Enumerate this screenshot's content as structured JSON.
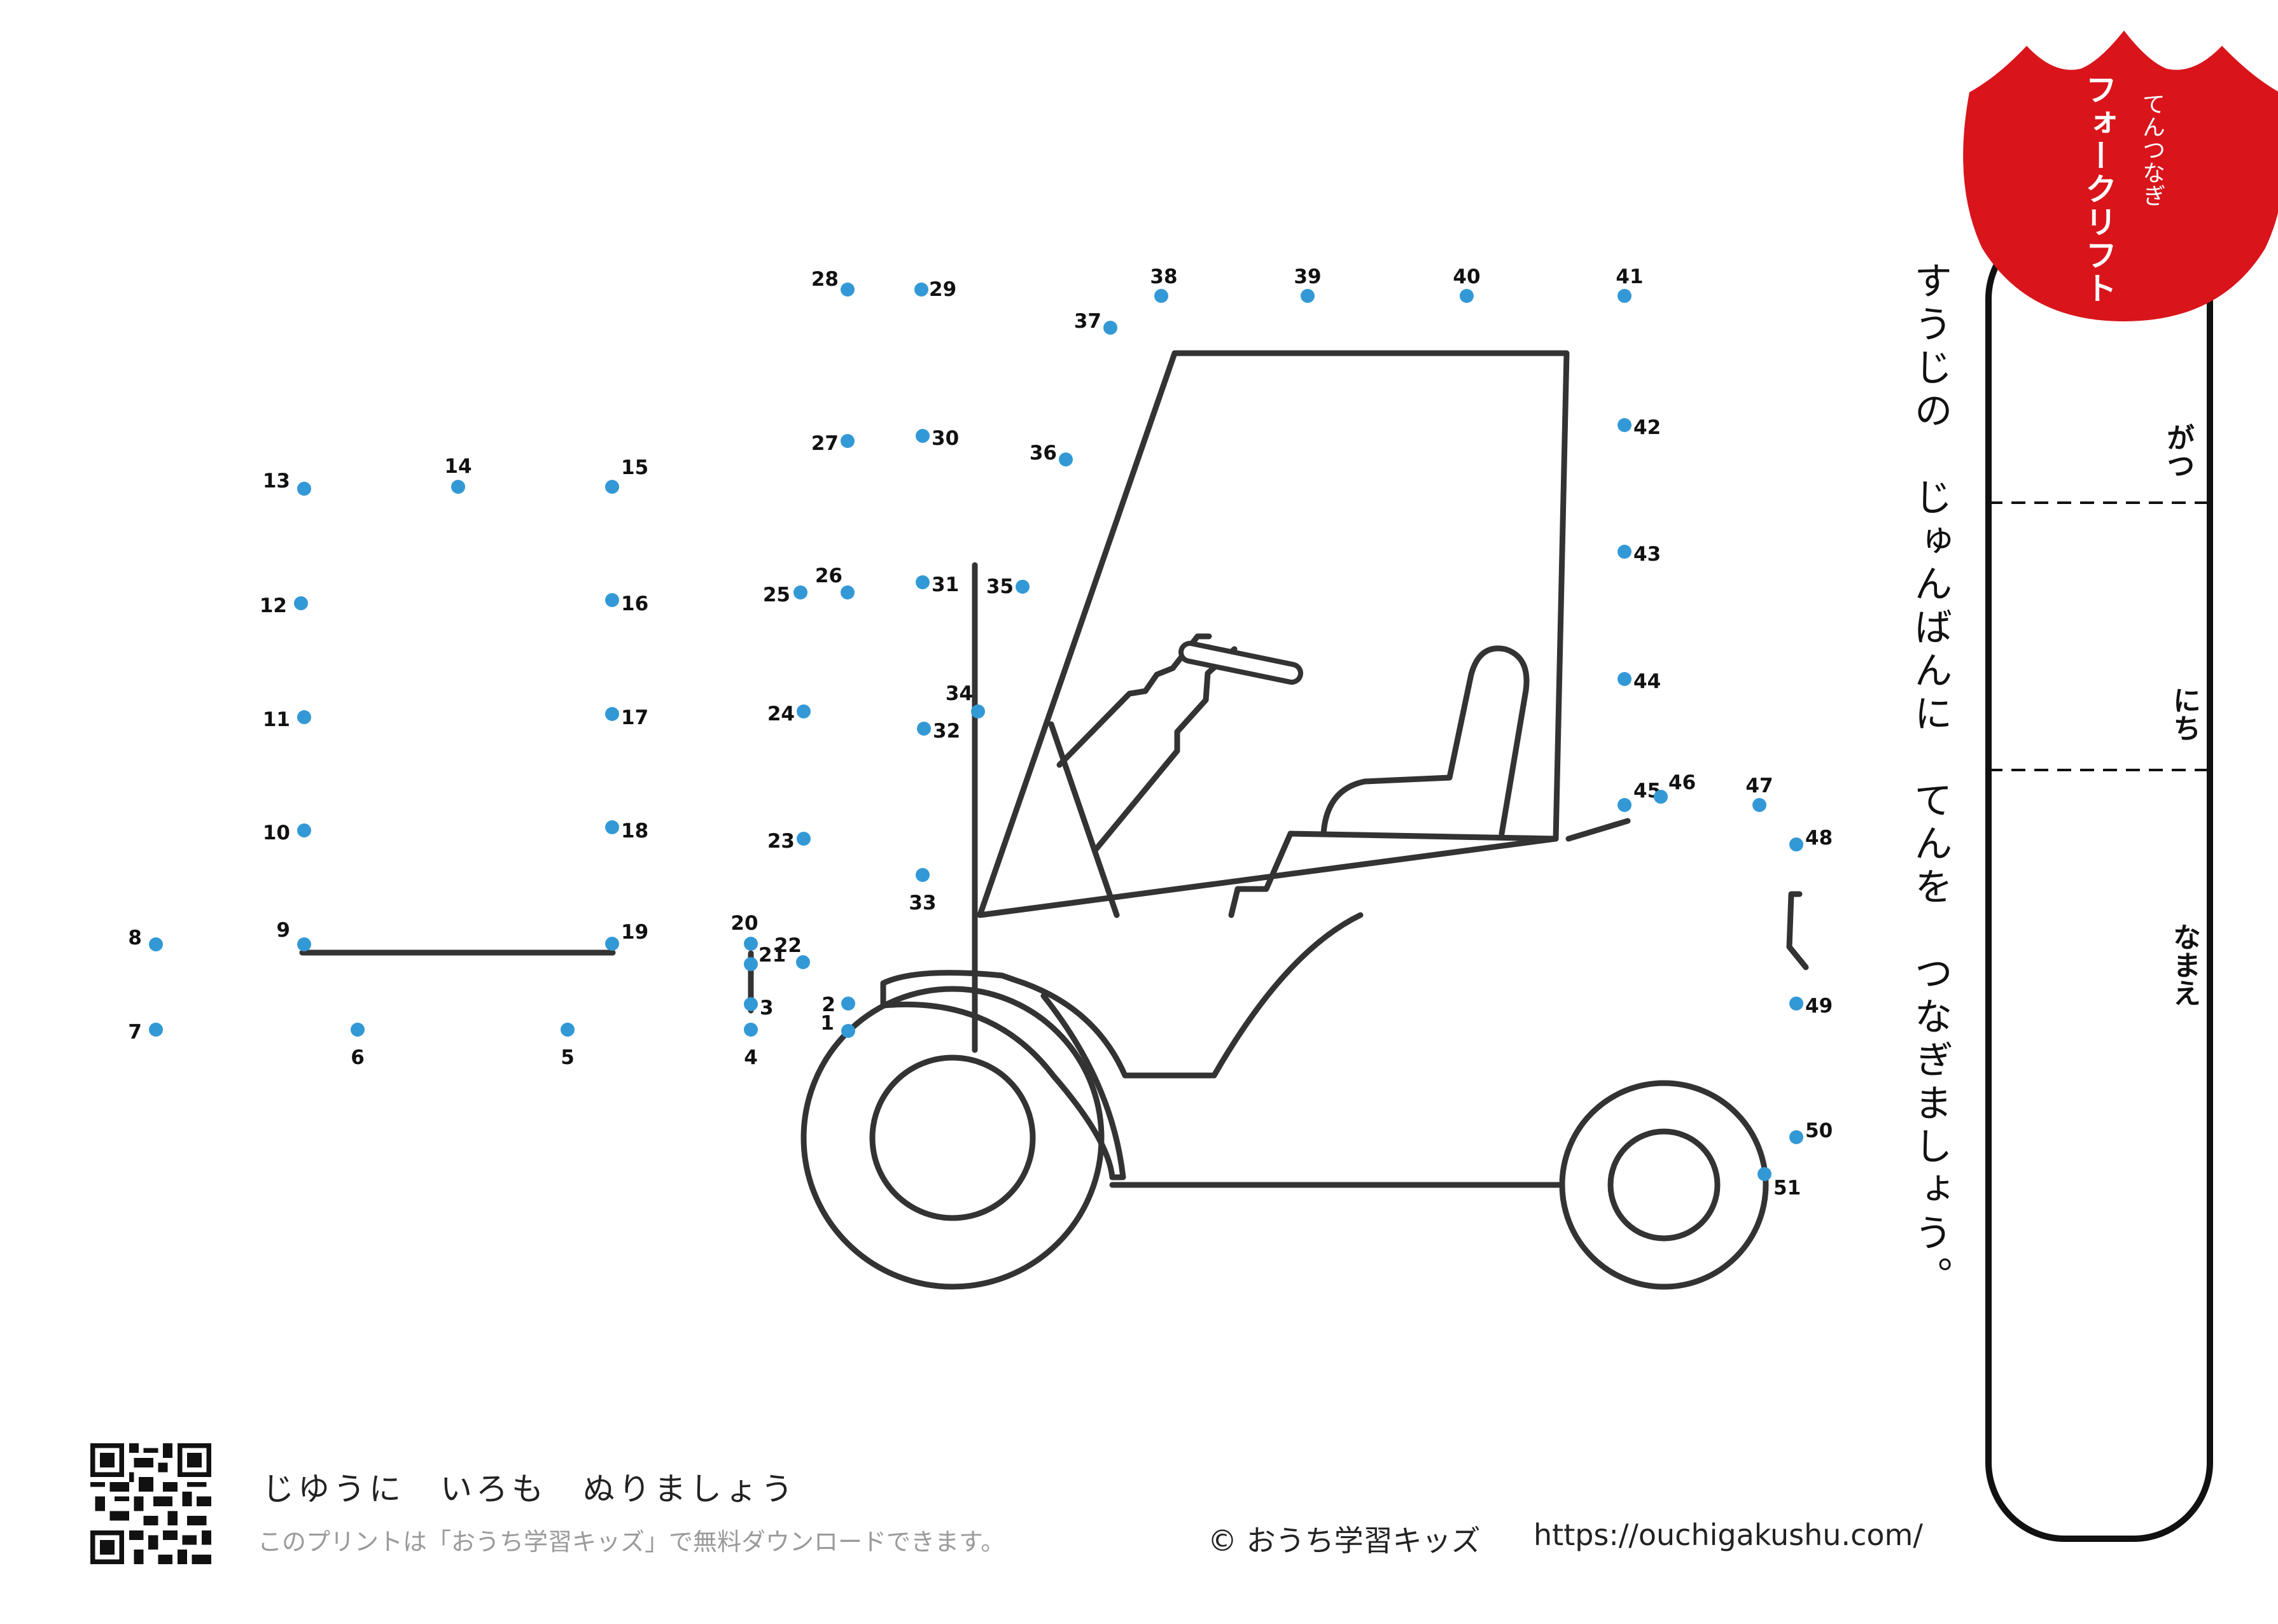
{
  "worksheet": {
    "badge_title": "フォークリフト",
    "badge_subtitle": "てんつなぎ",
    "instruction": "すうじの　じゅんばんに　てんを　つなぎましょう。",
    "fields": {
      "month": "がつ",
      "day": "にち",
      "name": "なまえ"
    },
    "color_prompt": "じゆうに　いろも　ぬりましょう",
    "print_note": "このプリントは「おうち学習キッズ」で無料ダウンロードできます。",
    "copyright": "© おうち学習キッズ",
    "url": "https://ouchigakushu.com/",
    "dot_color": "#3399d6",
    "badge_color": "#d9141b"
  },
  "dots": [
    {
      "n": "1"
    },
    {
      "n": "2"
    },
    {
      "n": "3"
    },
    {
      "n": "4"
    },
    {
      "n": "5"
    },
    {
      "n": "6"
    },
    {
      "n": "7"
    },
    {
      "n": "8"
    },
    {
      "n": "9"
    },
    {
      "n": "10"
    },
    {
      "n": "11"
    },
    {
      "n": "12"
    },
    {
      "n": "13"
    },
    {
      "n": "14"
    },
    {
      "n": "15"
    },
    {
      "n": "16"
    },
    {
      "n": "17"
    },
    {
      "n": "18"
    },
    {
      "n": "19"
    },
    {
      "n": "20"
    },
    {
      "n": "21"
    },
    {
      "n": "22"
    },
    {
      "n": "23"
    },
    {
      "n": "24"
    },
    {
      "n": "25"
    },
    {
      "n": "26"
    },
    {
      "n": "27"
    },
    {
      "n": "28"
    },
    {
      "n": "29"
    },
    {
      "n": "30"
    },
    {
      "n": "31"
    },
    {
      "n": "32"
    },
    {
      "n": "33"
    },
    {
      "n": "34"
    },
    {
      "n": "35"
    },
    {
      "n": "36"
    },
    {
      "n": "37"
    },
    {
      "n": "38"
    },
    {
      "n": "39"
    },
    {
      "n": "40"
    },
    {
      "n": "41"
    },
    {
      "n": "42"
    },
    {
      "n": "43"
    },
    {
      "n": "44"
    },
    {
      "n": "45"
    },
    {
      "n": "46"
    },
    {
      "n": "47"
    },
    {
      "n": "48"
    },
    {
      "n": "49"
    },
    {
      "n": "50"
    },
    {
      "n": "51"
    }
  ]
}
